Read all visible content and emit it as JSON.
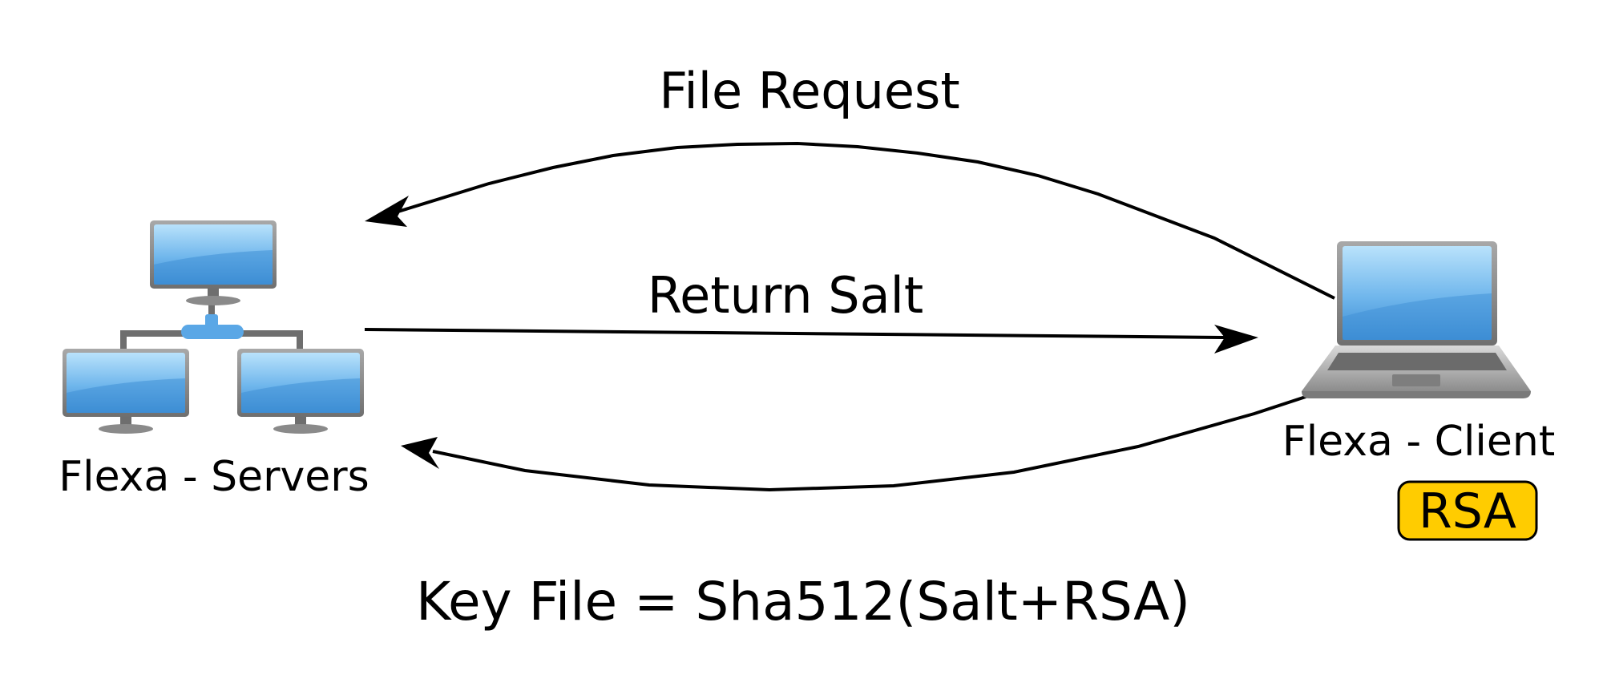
{
  "nodes": {
    "servers": {
      "label": "Flexa - Servers",
      "icon": "server-network-icon"
    },
    "client": {
      "label": "Flexa - Client",
      "icon": "laptop-icon",
      "badge": "RSA"
    }
  },
  "edges": {
    "file_request": {
      "label": "File Request",
      "from": "Flexa - Client",
      "to": "Flexa - Servers"
    },
    "return_salt": {
      "label": "Return Salt",
      "from": "Flexa - Servers",
      "to": "Flexa - Client"
    },
    "key_return": {
      "label": "",
      "from": "Flexa - Client",
      "to": "Flexa - Servers"
    }
  },
  "formula": "Key File = Sha512(Salt+RSA)",
  "colors": {
    "badge_fill": "#FFCC00",
    "screen_light": "#aad8f8",
    "screen_dark": "#3d8fd6",
    "frame": "#8a8a8a",
    "network": "#5aa7e6",
    "stroke": "#000000"
  }
}
